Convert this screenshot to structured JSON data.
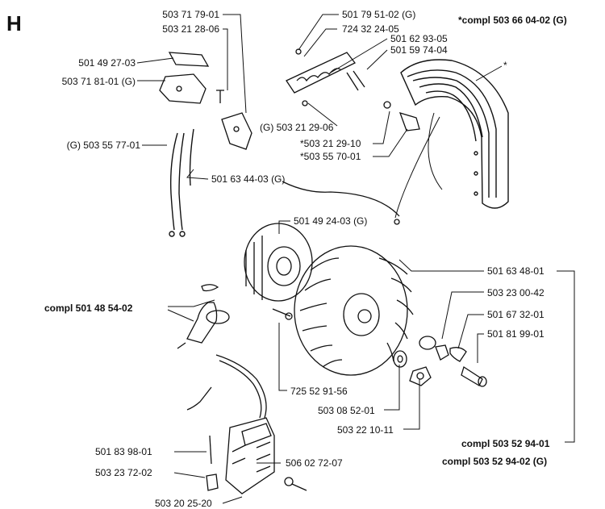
{
  "section_letter": "H",
  "labels": {
    "p503717901": "503 71 79-01",
    "p503212806": "503 21 28-06",
    "p501492703": "501 49 27-03",
    "p503718101": "503 71 81-01 (G)",
    "p503557701": "(G) 503 55 77-01",
    "p501634403": "501 63 44-03 (G)",
    "p501795102": "501 79 51-02 (G)",
    "p724322405": "724 32 24-05",
    "p501629305": "501 62 93-05",
    "p501597404": "501 59 74-04",
    "p503212906": "(G) 503 21 29-06",
    "p503212910": "*503 21 29-10",
    "p503557001": "*503 55 70-01",
    "compl503660402": "*compl 503 66 04-02 (G)",
    "star": "*",
    "p501492403": "501 49 24-03 (G)",
    "compl501485402": "compl 501 48 54-02",
    "p501634801": "501 63 48-01",
    "p503230042": "503 23 00-42",
    "p501673201": "501 67 32-01",
    "p501819901": "501 81 99-01",
    "p725529156": "725 52 91-56",
    "p503085201": "503 08 52-01",
    "p503221011": "503 22 10-11",
    "p501839801": "501 83 98-01",
    "p503237202": "503 23 72-02",
    "p506027207": "506 02 72-07",
    "p503202520": "503 20 25-20",
    "compl503529401": "compl 503 52 94-01",
    "compl503529402": "compl 503 52 94-02 (G)"
  }
}
